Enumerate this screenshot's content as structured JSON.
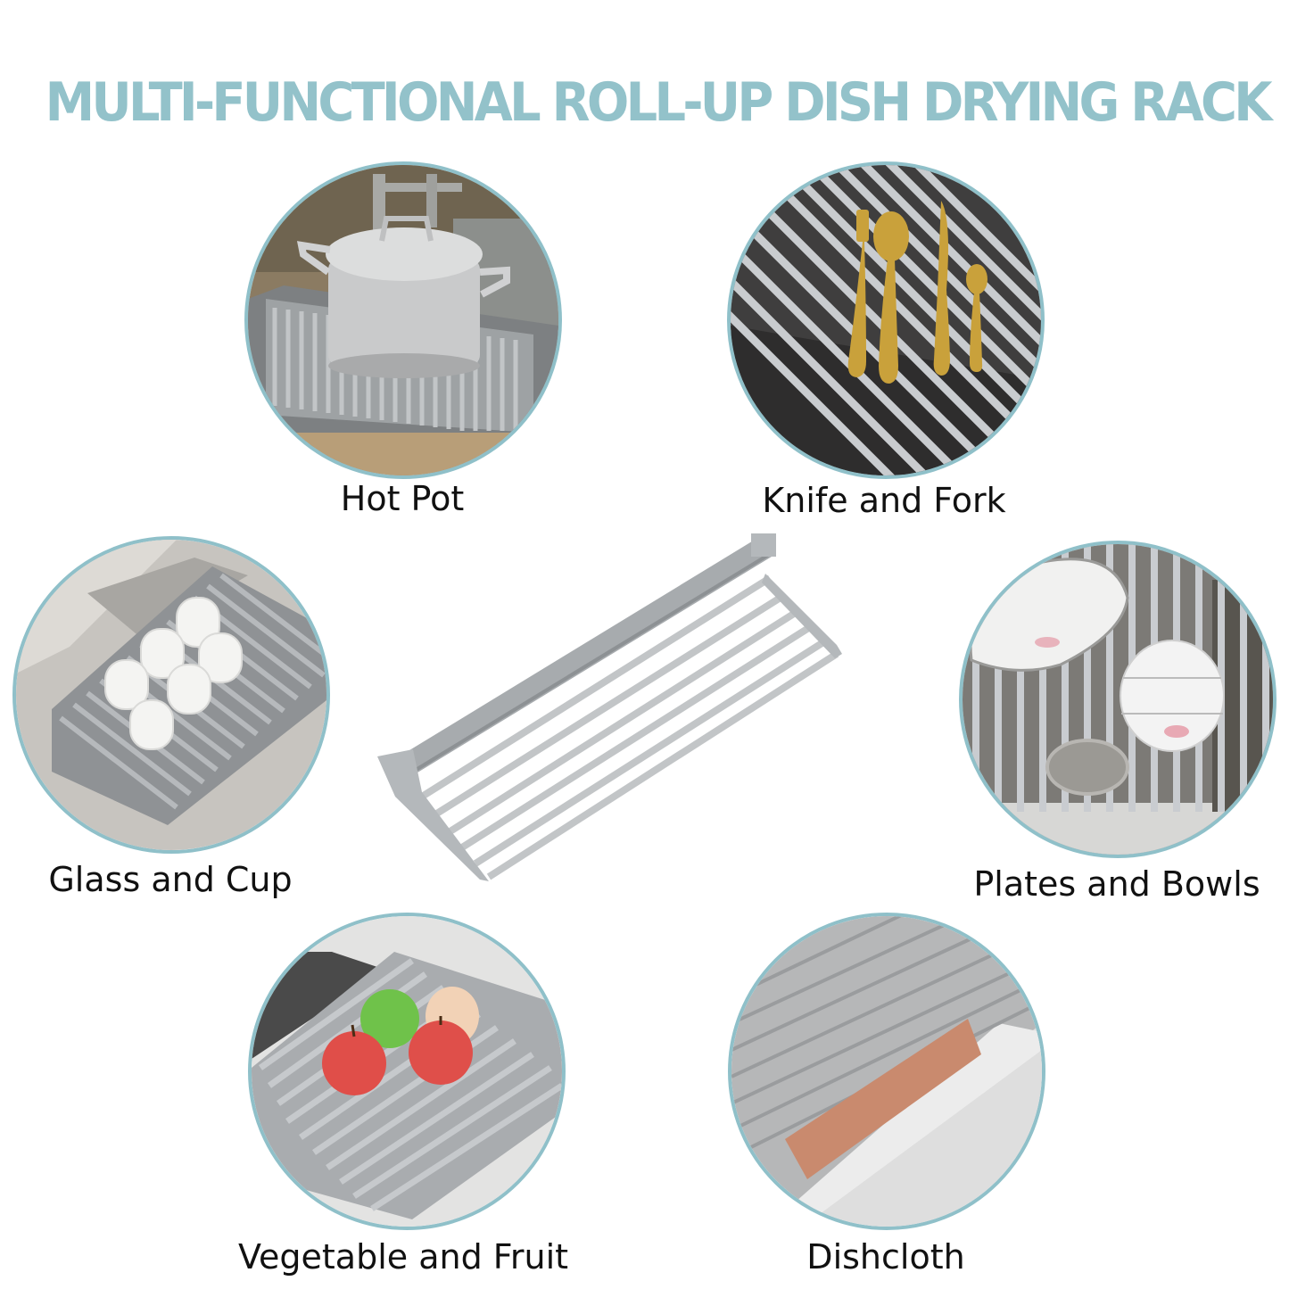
{
  "header": {
    "title": "MULTI-FUNCTIONAL ROLL-UP DISH DRYING RACK"
  },
  "colors": {
    "accent": "#93c2ca",
    "circle_border": "#8fc0c9",
    "label_text": "#111111",
    "rack_gray": "#b4b8bb",
    "background": "#ffffff"
  },
  "uses": [
    {
      "label": "Hot Pot",
      "icon": "hot-pot-scene"
    },
    {
      "label": "Knife and Fork",
      "icon": "cutlery-scene"
    },
    {
      "label": "Glass and Cup",
      "icon": "cups-scene"
    },
    {
      "label": "Plates and Bowls",
      "icon": "plates-bowls-scene"
    },
    {
      "label": "Vegetable and Fruit",
      "icon": "fruit-scene"
    },
    {
      "label": "Dishcloth",
      "icon": "dishcloth-scene"
    }
  ],
  "product": {
    "name": "roll-up-rack",
    "icon": "roll-up-dish-rack"
  }
}
